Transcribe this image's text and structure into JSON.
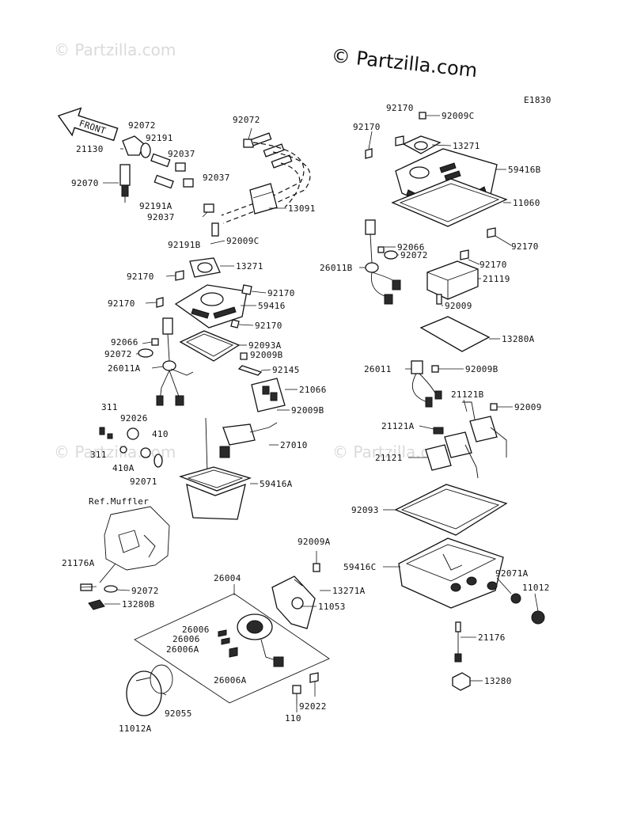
{
  "header": {
    "copyright": "© Partzilla.com",
    "code": "E1830",
    "watermark": "© Partzilla.com"
  },
  "front_arrow": {
    "label": "FRONT"
  },
  "ref_note": "Ref.Muffler",
  "labels": {
    "p92072a": "92072",
    "p92191": "92191",
    "p21130": "21130",
    "p92037a": "92037",
    "p92070": "92070",
    "p92072b": "92072",
    "p92037b": "92037",
    "p92191A": "92191A",
    "p92037c": "92037",
    "p13091": "13091",
    "p92191B": "92191B",
    "p92009C_l": "92009C",
    "p13271_l": "13271",
    "p92170_l1": "92170",
    "p92170_l2": "92170",
    "p92170_l3": "92170",
    "p59416": "59416",
    "p92170_l4": "92170",
    "p92066_l": "92066",
    "p92093A": "92093A",
    "p92072_l": "92072",
    "p92009B_a": "92009B",
    "p26011A": "26011A",
    "p92145": "92145",
    "p21066": "21066",
    "p311a": "311",
    "p92026": "92026",
    "p92009B_b": "92009B",
    "p410": "410",
    "p27010": "27010",
    "p311b": "311",
    "p410A": "410A",
    "p92071": "92071",
    "p59416A": "59416A",
    "p21176A": "21176A",
    "p92072_m": "92072",
    "p13280B": "13280B",
    "p26004": "26004",
    "p92009A": "92009A",
    "p13271A": "13271A",
    "p11053": "11053",
    "p26006a": "26006",
    "p26006b": "26006",
    "p26006A": "26006A",
    "p26006A2": "26006A",
    "p92055": "92055",
    "p92022": "92022",
    "p110": "110",
    "p11012A": "11012A",
    "p92170_r1": "92170",
    "p92009C_r": "92009C",
    "p92170_r2": "92170",
    "p13271_r": "13271",
    "p59416B": "59416B",
    "p11060": "11060",
    "p92170_r3": "92170",
    "p92066_r": "92066",
    "p26011B": "26011B",
    "p92072_r": "92072",
    "p92170_r4": "92170",
    "p21119": "21119",
    "p92009_r1": "92009",
    "p13280A": "13280A",
    "p26011": "26011",
    "p92009B_r": "92009B",
    "p21121B": "21121B",
    "p92009_r2": "92009",
    "p21121A": "21121A",
    "p21121": "21121",
    "p92093": "92093",
    "p59416C": "59416C",
    "p92071A": "92071A",
    "p11012": "11012",
    "p21176": "21176",
    "p13280": "13280"
  }
}
